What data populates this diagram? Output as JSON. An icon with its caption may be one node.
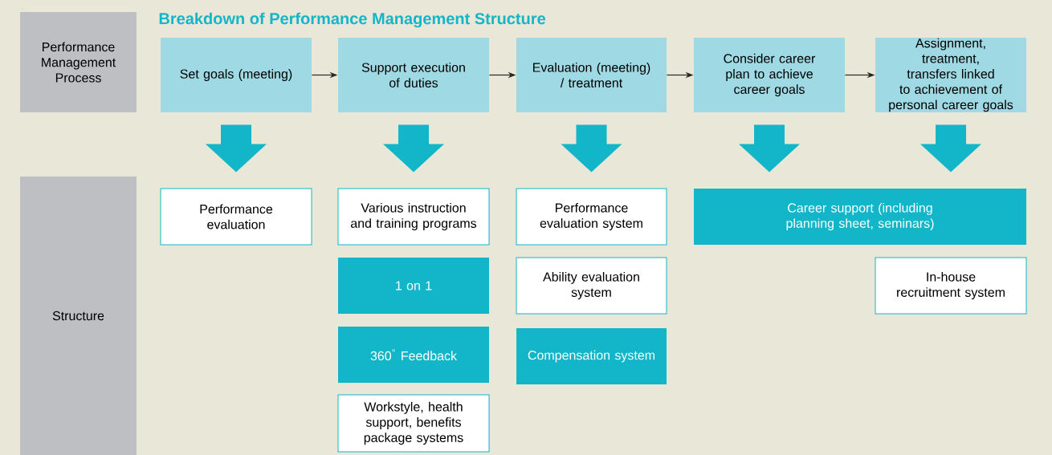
{
  "diagram": {
    "title": "Breakdown of Performance Management Structure",
    "nodes": [
      {
        "text": [
          "Performance Management Process"
        ]
      },
      {
        "text": [
          "Set goals (meeting)"
        ]
      },
      {
        "text": [
          "Support execution of duties"
        ]
      },
      {
        "text": [
          "Evaluation (meeting) / treatment"
        ]
      },
      {
        "text": [
          "Consider career plan to achieve career goals"
        ]
      },
      {
        "text": [
          "Assignment, treatment, transfers linked to achievement of personal career goals"
        ]
      },
      {
        "text": [
          "Structure"
        ]
      },
      {
        "text": [
          "Performance evaluation"
        ]
      },
      {
        "text": [
          "Various instruction and training programs"
        ]
      },
      {
        "text": [
          "1 on 1"
        ]
      },
      {
        "text": [
          "360$^{°}$ Feedback"
        ]
      },
      {
        "text": [
          "Workstyle, health support, benefits package systems"
        ]
      },
      {
        "text": [
          "Performance evaluation system"
        ]
      },
      {
        "text": [
          "Ability evaluation system"
        ]
      },
      {
        "text": [
          "Compensation system"
        ]
      },
      {
        "text": [
          "Career support (including planning sheet, seminars)"
        ]
      },
      {
        "text": [
          "In-house recruitment system"
        ]
      }
    ],
    "edges": [
      {
        "from": 1,
        "to": 2,
        "arrow": "to",
        "color": "#262626"
      },
      {
        "from": 2,
        "to": 3,
        "arrow": "to",
        "color": "#262626"
      },
      {
        "from": 3,
        "to": 4,
        "arrow": "to",
        "color": "#262626"
      },
      {
        "from": 4,
        "to": 5,
        "arrow": "to",
        "color": "#262626"
      },
      {
        "from": 1,
        "to": 7,
        "arrow": "to",
        "color": "#12b6c8"
      },
      {
        "from": 2,
        "to": 8,
        "arrow": "to",
        "color": "#12b6c8"
      },
      {
        "from": 3,
        "to": 12,
        "arrow": "to",
        "color": "#12b6c8"
      },
      {
        "from": 4,
        "to": 15,
        "arrow": "to",
        "color": "#12b6c8"
      },
      {
        "from": 5,
        "to": 15,
        "arrow": "to",
        "color": "#12b6c8"
      }
    ]
  }
}
